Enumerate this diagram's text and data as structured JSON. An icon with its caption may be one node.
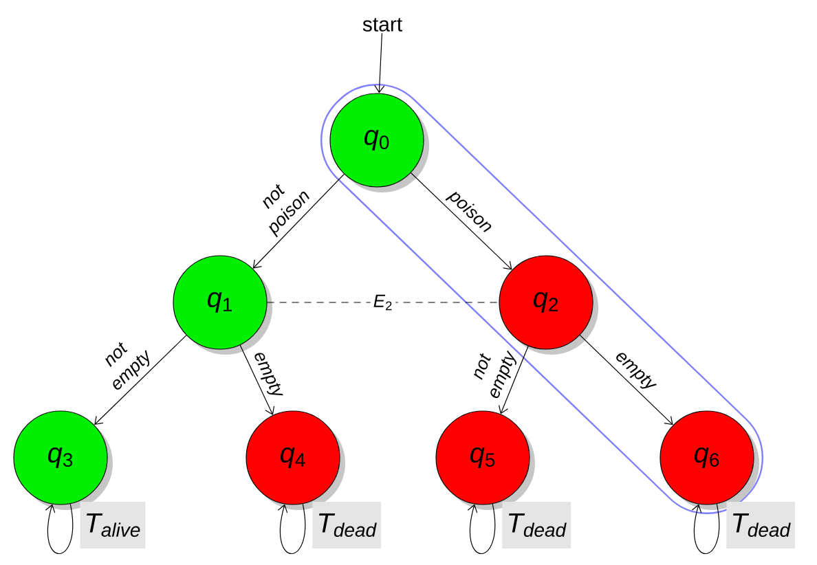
{
  "diagram": {
    "nodes": [
      {
        "text": [
          "start"
        ]
      },
      {
        "text": [
          "*q*$_{0}$"
        ]
      },
      {
        "text": [
          "*q*$_{1}$"
        ]
      },
      {
        "text": [
          "*q*$_{2}$"
        ]
      },
      {
        "text": [
          "*q*$_{3}$"
        ],
        "beside": [
          "T$_{alive}$"
        ]
      },
      {
        "text": [
          "*q*$_{4}$"
        ],
        "beside": [
          "T$_{dead}$"
        ]
      },
      {
        "text": [
          "*q*$_{5}$"
        ],
        "beside": [
          "T$_{dead}$"
        ]
      },
      {
        "text": [
          "*q*$_{6}$"
        ],
        "beside": [
          "T$_{dead}$"
        ]
      }
    ],
    "edges": [
      {
        "from": 0,
        "to": 1,
        "arrow": "to"
      },
      {
        "from": 1,
        "to": 2,
        "arrow": "to",
        "label": "not poison"
      },
      {
        "from": 1,
        "to": 3,
        "arrow": "to",
        "label": "poison"
      },
      {
        "from": 2,
        "to": 3,
        "arrow": "none",
        "style": "dashed",
        "label": "*E*$_{2}$"
      },
      {
        "from": 2,
        "to": 4,
        "arrow": "to",
        "label": "not empty"
      },
      {
        "from": 2,
        "to": 5,
        "arrow": "to",
        "label": "empty"
      },
      {
        "from": 3,
        "to": 6,
        "arrow": "to",
        "label": "not empty"
      },
      {
        "from": 3,
        "to": 7,
        "arrow": "to",
        "label": "empty"
      },
      {
        "from": 4,
        "to": 4,
        "arrow": "to"
      },
      {
        "from": 5,
        "to": 5,
        "arrow": "to"
      },
      {
        "from": 6,
        "to": 6,
        "arrow": "to"
      },
      {
        "from": 7,
        "to": 7,
        "arrow": "to"
      }
    ]
  }
}
